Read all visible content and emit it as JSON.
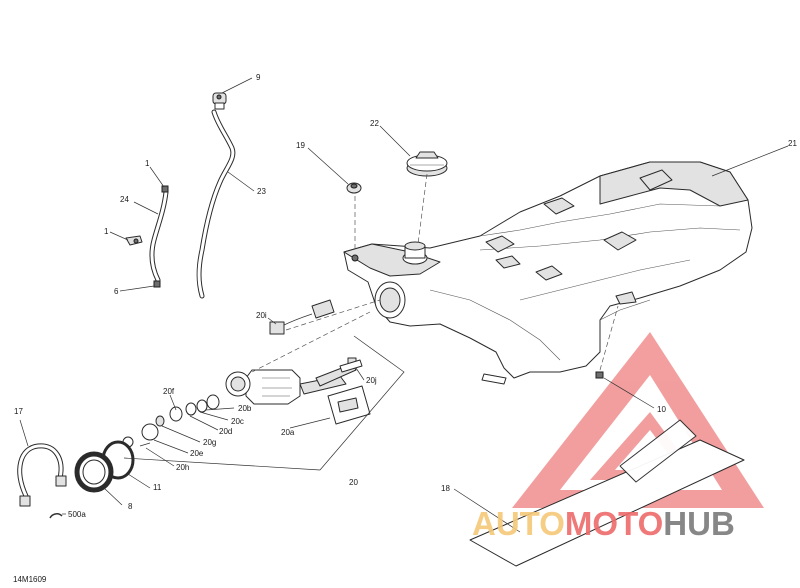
{
  "diagram_code": "14M1609",
  "callouts": {
    "c9": "9",
    "c1a": "1",
    "c24": "24",
    "c1b": "1",
    "c6": "6",
    "c23": "23",
    "c22": "22",
    "c19": "19",
    "c21": "21",
    "c20i": "20i",
    "c20j": "20j",
    "c20f": "20f",
    "c20b": "20b",
    "c20c": "20c",
    "c20d": "20d",
    "c20g": "20g",
    "c20e": "20e",
    "c20h": "20h",
    "c20a": "20a",
    "c20": "20",
    "c17": "17",
    "c11": "11",
    "c8": "8",
    "c500a": "500a",
    "c10": "10",
    "c18": "18"
  },
  "watermark": {
    "brand_part1": "AUTO",
    "brand_part2": "MOTO",
    "brand_part3": "HUB",
    "color_light": "#f6c878",
    "color_red": "#ee6a6a",
    "color_grey": "#7b7b7b"
  }
}
